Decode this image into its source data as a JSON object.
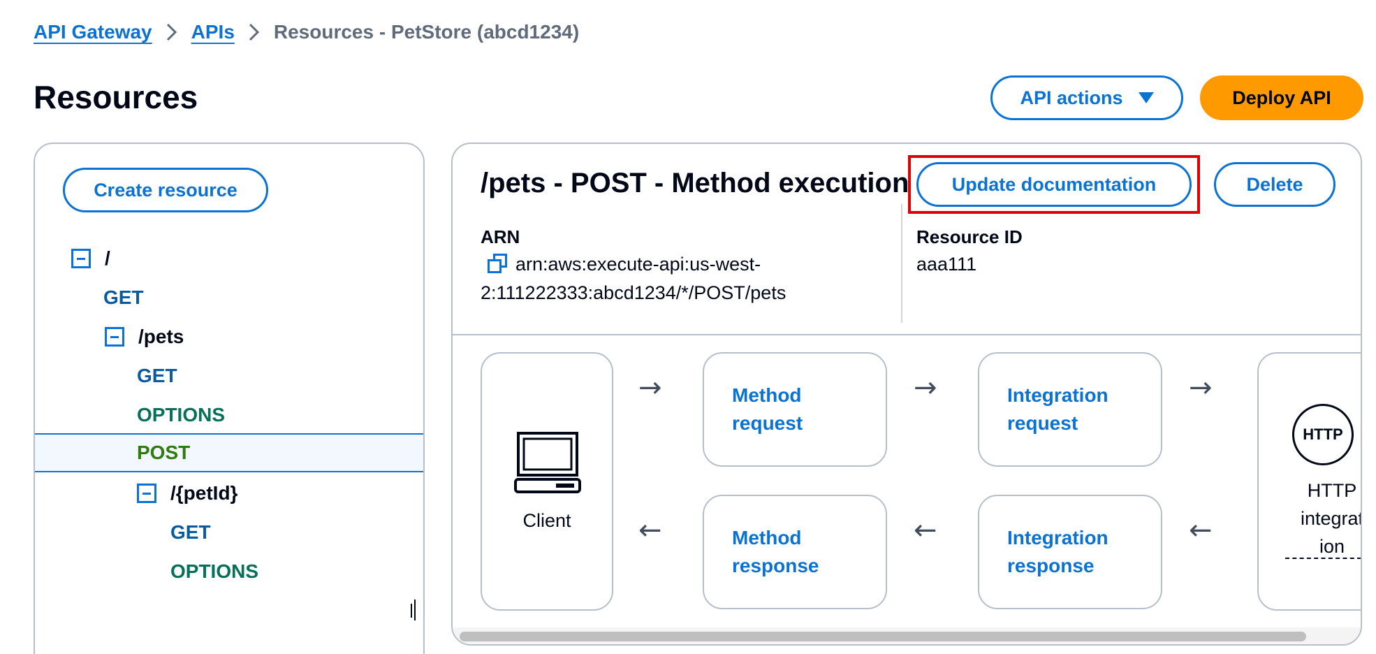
{
  "breadcrumb": {
    "items": [
      "API Gateway",
      "APIs"
    ],
    "current": "Resources - PetStore (abcd1234)"
  },
  "page": {
    "title": "Resources"
  },
  "header_actions": {
    "api_actions": "API actions",
    "deploy_api": "Deploy API"
  },
  "resource_tree": {
    "create_button": "Create resource",
    "root": "/",
    "root_get": "GET",
    "pets": "/pets",
    "pets_get": "GET",
    "pets_options": "OPTIONS",
    "pets_post": "POST",
    "petid": "/{petId}",
    "petid_get": "GET",
    "petid_options": "OPTIONS",
    "selected": "POST"
  },
  "method_panel": {
    "title": "/pets - POST - Method execution",
    "update_documentation": "Update documentation",
    "delete": "Delete",
    "arn_label": "ARN",
    "arn_line1": "arn:aws:execute-api:us-west-",
    "arn_line2": "2:111222333:abcd1234/*/POST/pets",
    "resource_id_label": "Resource ID",
    "resource_id": "aaa111"
  },
  "flow": {
    "client": "Client",
    "method_request": [
      "Method",
      "request"
    ],
    "integration_request": [
      "Integration",
      "request"
    ],
    "method_response": [
      "Method",
      "response"
    ],
    "integration_response": [
      "Integration",
      "response"
    ],
    "http_badge": "HTTP",
    "http_integration": [
      "HTTP",
      "integrat",
      "ion"
    ],
    "arrow_right": "→",
    "arrow_left": "←"
  },
  "colors": {
    "link_blue": "#0972d3",
    "primary_orange": "#ff9900",
    "highlight_red": "#e00000",
    "get_method": "#0a5a9e",
    "options_method": "#067059",
    "post_method": "#2f7b0e"
  },
  "icons": [
    "chevron-right-icon",
    "caret-down-icon",
    "collapse-icon",
    "copy-icon",
    "monitor-icon",
    "http-icon",
    "arrow-right-icon",
    "arrow-left-icon",
    "resize-handle-icon"
  ]
}
